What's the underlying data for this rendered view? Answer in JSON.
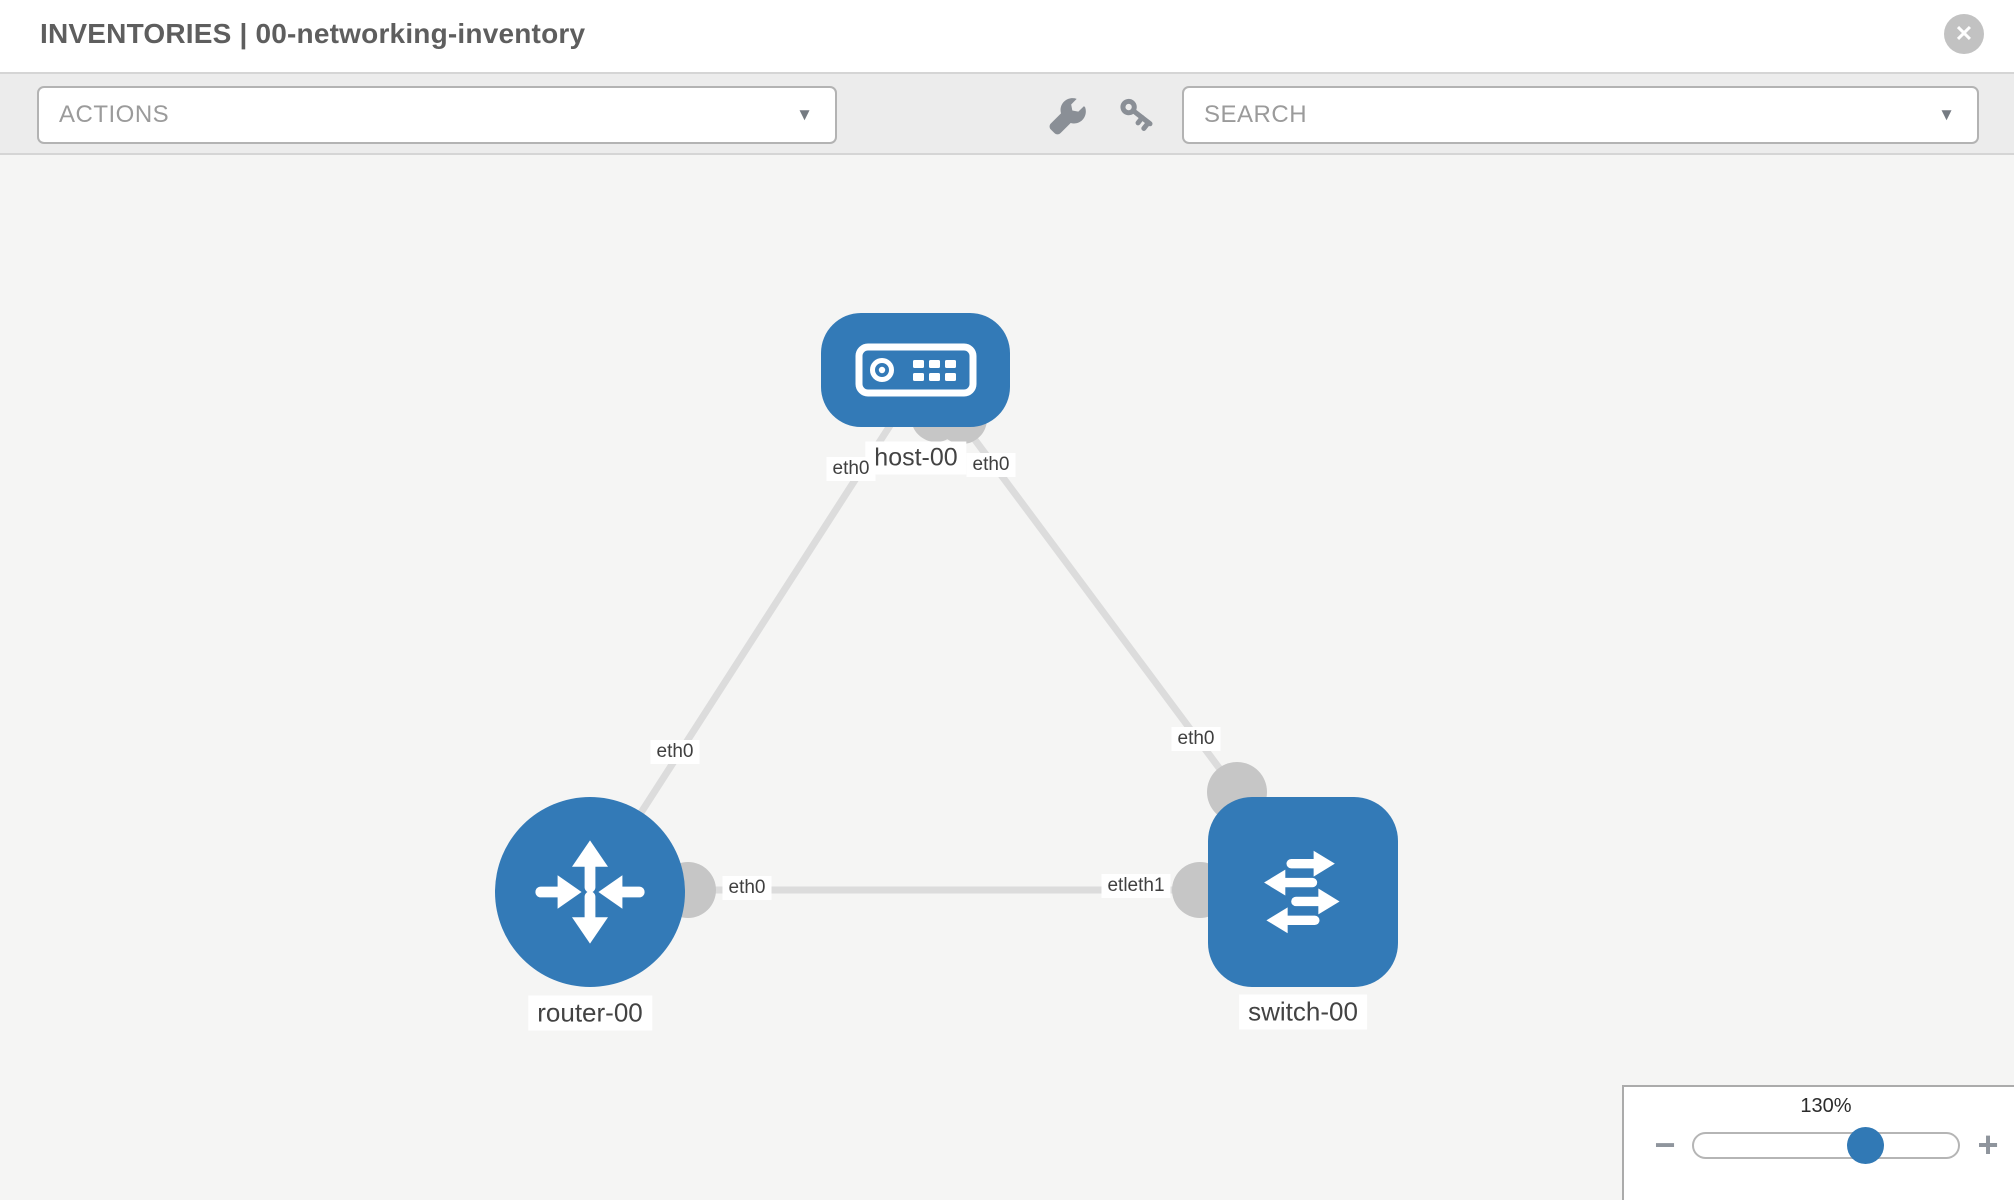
{
  "header": {
    "title": "INVENTORIES | 00-networking-inventory",
    "close_icon": "circle-x"
  },
  "toolbar": {
    "actions_placeholder": "ACTIONS",
    "search_placeholder": "SEARCH",
    "icons": [
      "wrench",
      "key"
    ]
  },
  "topology": {
    "nodes": [
      {
        "label": "host-00",
        "type": "host"
      },
      {
        "label": "router-00",
        "type": "router"
      },
      {
        "label": "switch-00",
        "type": "switch"
      }
    ],
    "links": [
      {
        "from": "host-00",
        "to": "router-00",
        "from_if": "eth0",
        "to_if": "eth0"
      },
      {
        "from": "host-00",
        "to": "switch-00",
        "from_if": "eth0",
        "to_if": "eth0"
      },
      {
        "from": "router-00",
        "to": "switch-00",
        "from_if": "eth0",
        "to_if": "eth1"
      }
    ],
    "if_labels": [
      {
        "text": "eth0",
        "at": "host-bottom-left"
      },
      {
        "text": "eth0",
        "at": "host-bottom-right"
      },
      {
        "text": "eth0",
        "at": "link-host-router-near-router"
      },
      {
        "text": "eth0",
        "at": "link-host-switch-near-switch"
      },
      {
        "text": "eth0",
        "at": "link-router-switch-near-router"
      },
      {
        "text": "etleth1",
        "at": "link-router-switch-near-switch"
      }
    ]
  },
  "zoom_control": {
    "level": "130%",
    "minus_label": "−",
    "plus_label": "+"
  },
  "colors": {
    "node_blue": "#337ab7",
    "link_gray": "#dcdcdc",
    "port_gray": "#c6c6c6",
    "canvas_bg": "#f5f5f4",
    "toolbar_bg": "#ececec"
  }
}
